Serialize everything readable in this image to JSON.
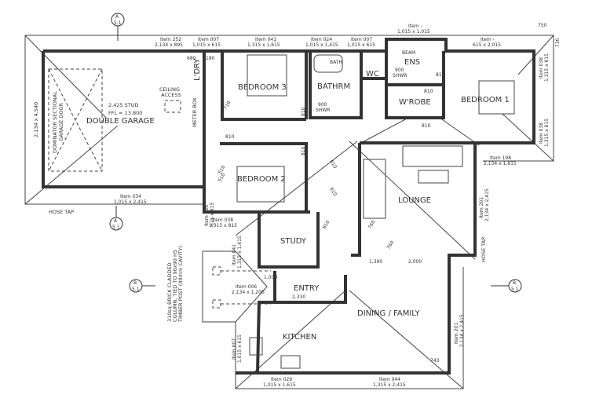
{
  "rooms": {
    "garage": "DOUBLE GARAGE",
    "bedroom3": "BEDROOM 3",
    "bathrm": "BATHRM",
    "wc": "WC",
    "ens": "ENS",
    "wrobe": "W'ROBE",
    "bedroom1": "BEDROOM 1",
    "bedroom2": "BEDROOM 2",
    "lounge": "LOUNGE",
    "study": "STUDY",
    "entry": "ENTRY",
    "dining": "DINING / FAMILY",
    "kitchen": "KITCHEN",
    "ldry": "L'DRY"
  },
  "notes": {
    "stud": "2,425 STUD",
    "ffl": "FFL = 13.800",
    "ceiling_access": [
      "CEILING",
      "ACCESS"
    ],
    "meter_box": "METER BOX",
    "garage_door": [
      "DOMINATOR SECTIONAL",
      "GARAGE DOOR"
    ],
    "garage_door_size": "2,134 x 4,540",
    "hose_tap": "HOSE TAP",
    "hose_tap_right": "HOSE TAP",
    "bath": "BATH",
    "beam": "BEAM",
    "shwr1": [
      "900",
      "SHWR"
    ],
    "shwr2": [
      "900",
      "SHWR"
    ],
    "column": [
      "310sq BRICK CLADDED",
      "COLUMN, TIED TO 90x90 H5",
      "TIMBER POST (40mm CAVITY)."
    ]
  },
  "windows": [
    {
      "item": "Item 252",
      "size": "2,134 x 895"
    },
    {
      "item": "Item 007",
      "size": "1,015 x 615"
    },
    {
      "item": "Item 041",
      "size": "1,315 x 1,615"
    },
    {
      "item": "Item 024",
      "size": "1,015 x 1,415"
    },
    {
      "item": "Item 007",
      "size": "1,015 x 615"
    },
    {
      "item": "Item -",
      "size": "1,015 x 1,015"
    },
    {
      "item": "Item -",
      "size": "615 x 2,015"
    },
    {
      "item": "Item 038",
      "size": "1,315 x 815"
    },
    {
      "item": "Item 038",
      "size": "1,315 x 815"
    },
    {
      "item": "Item 198",
      "size": "2,134 x 1,815"
    },
    {
      "item": "Item 201",
      "size": "2,134 x 2,415"
    },
    {
      "item": "Item 034",
      "size": "1,015 x 2,415"
    },
    {
      "item": "Item 038",
      "size": "1,315 x 815"
    },
    {
      "item": "Item 041",
      "size": "1,315 x 1,615"
    },
    {
      "item": "Item 006",
      "size": "2,134 x 1,200"
    },
    {
      "item": "Item 201",
      "size": "2,134 x 2,415"
    },
    {
      "item": "Item 007",
      "size": "1,015 x 615"
    },
    {
      "item": "Item 029",
      "size": "1,015 x 1,615"
    },
    {
      "item": "Item 044",
      "size": "1,315 x 2,415"
    },
    {
      "item": "Item 036",
      "size": "615 x 815"
    }
  ],
  "dimensions": {
    "d750": "750",
    "d730": "730",
    "d680": "680",
    "d180": "180",
    "d1390": "1,390",
    "d2000": "2,000",
    "d743": "743",
    "d1000": "1,000",
    "d2330": "2,330",
    "doors": [
      "810",
      "810",
      "810",
      "810",
      "810",
      "810",
      "810",
      "710",
      "510",
      "510",
      "760",
      "760",
      "610",
      "610"
    ]
  },
  "section_markers": [
    {
      "letter": "A",
      "sheet": "5.1"
    },
    {
      "letter": "A",
      "sheet": "5.1"
    },
    {
      "letter": "B",
      "sheet": "5.1"
    },
    {
      "letter": "B",
      "sheet": "5.1"
    }
  ]
}
